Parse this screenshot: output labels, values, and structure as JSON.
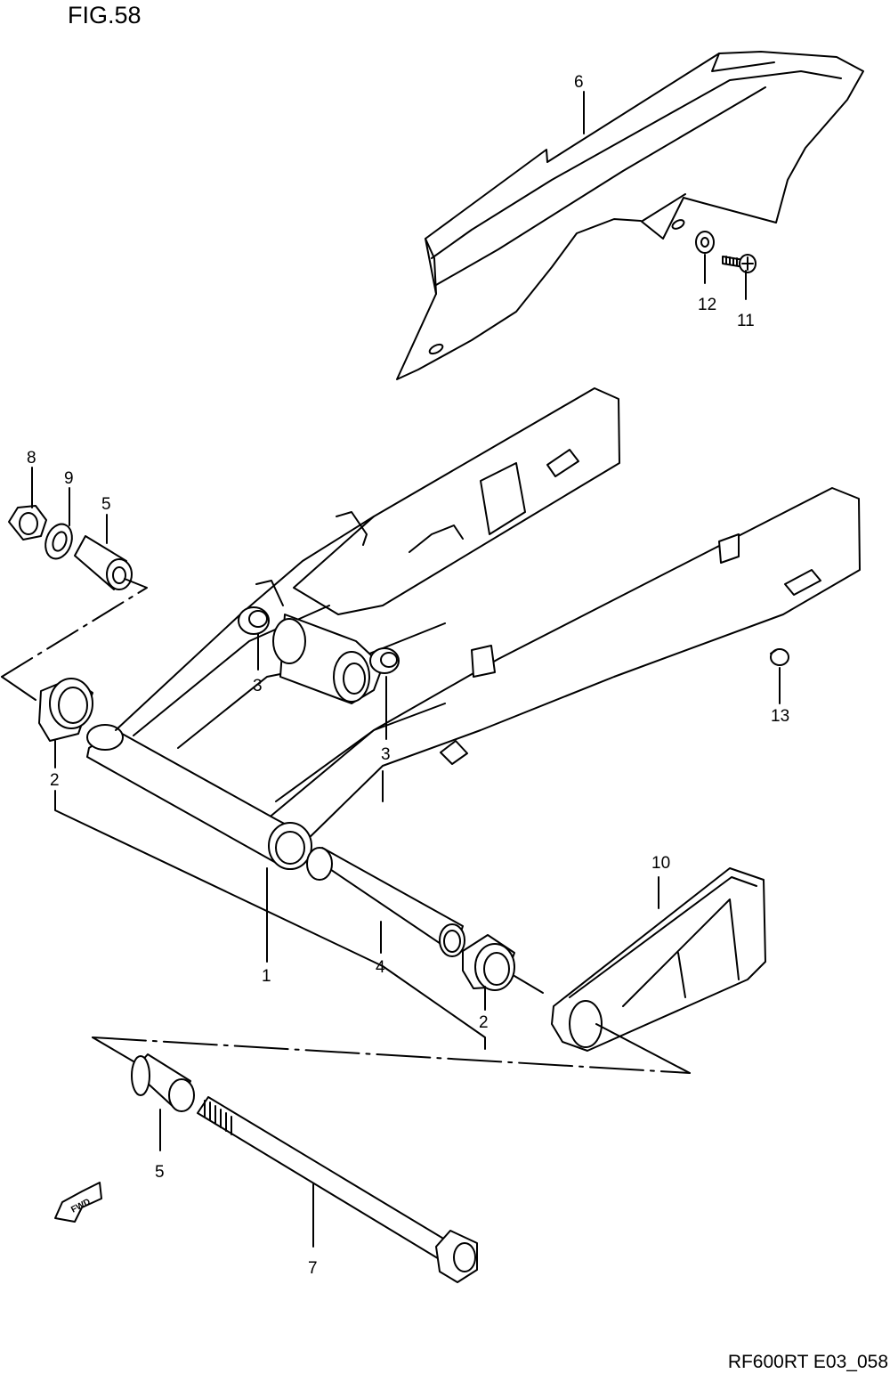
{
  "figure": {
    "title": "FIG.58",
    "code": "RF600RT E03_058"
  },
  "fwd_label": "FWD",
  "callouts": [
    {
      "id": "c1",
      "label": "1"
    },
    {
      "id": "c2a",
      "label": "2"
    },
    {
      "id": "c2b",
      "label": "2"
    },
    {
      "id": "c3a",
      "label": "3"
    },
    {
      "id": "c3b",
      "label": "3"
    },
    {
      "id": "c4",
      "label": "4"
    },
    {
      "id": "c5a",
      "label": "5"
    },
    {
      "id": "c5b",
      "label": "5"
    },
    {
      "id": "c6",
      "label": "6"
    },
    {
      "id": "c7",
      "label": "7"
    },
    {
      "id": "c8",
      "label": "8"
    },
    {
      "id": "c9",
      "label": "9"
    },
    {
      "id": "c10",
      "label": "10"
    },
    {
      "id": "c11",
      "label": "11"
    },
    {
      "id": "c12",
      "label": "12"
    },
    {
      "id": "c13",
      "label": "13"
    }
  ],
  "parts": [
    "swingarm",
    "bearing",
    "spacer",
    "pivot-sleeve",
    "collar",
    "pivot-shaft",
    "washer",
    "nut",
    "chain-buffer",
    "chain-case",
    "bolt",
    "washer",
    "plug"
  ]
}
